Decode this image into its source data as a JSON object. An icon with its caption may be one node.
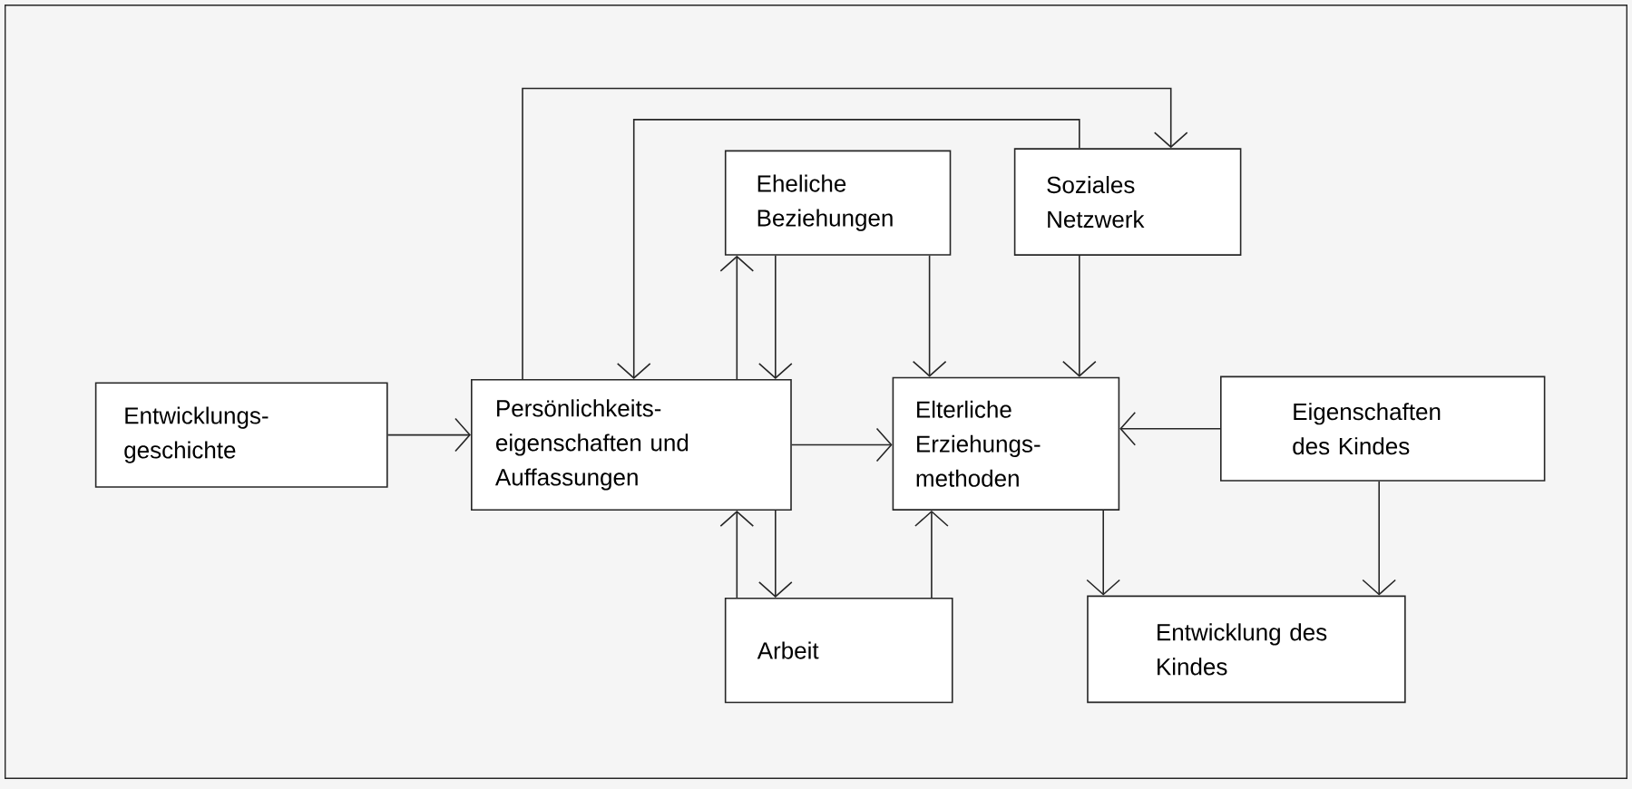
{
  "diagram": {
    "nodes": [
      {
        "text": [
          "Entwicklungs- geschichte"
        ]
      },
      {
        "text": [
          "Persönlichkeits- eigenschaften und Auffassungen"
        ]
      },
      {
        "text": [
          "Eheliche Beziehungen"
        ]
      },
      {
        "text": [
          "Soziales Netzwerk"
        ]
      },
      {
        "text": [
          "Elterliche Erziehungs- methoden"
        ]
      },
      {
        "text": [
          "Eigenschaften des Kindes"
        ]
      },
      {
        "text": [
          "Arbeit"
        ]
      },
      {
        "text": [
          "Entwicklung des Kindes"
        ]
      }
    ],
    "edges": [
      {
        "from": 0,
        "to": 1,
        "arrow": "to"
      },
      {
        "from": 1,
        "to": 4,
        "arrow": "to"
      },
      {
        "from": 5,
        "to": 4,
        "arrow": "to"
      },
      {
        "from": 1,
        "to": 3,
        "arrow": "to"
      },
      {
        "from": 3,
        "to": 1,
        "arrow": "to"
      },
      {
        "from": 1,
        "to": 2,
        "arrow": "to"
      },
      {
        "from": 2,
        "to": 1,
        "arrow": "to"
      },
      {
        "from": 2,
        "to": 4,
        "arrow": "to"
      },
      {
        "from": 3,
        "to": 4,
        "arrow": "to"
      },
      {
        "from": 6,
        "to": 1,
        "arrow": "to"
      },
      {
        "from": 1,
        "to": 6,
        "arrow": "to"
      },
      {
        "from": 6,
        "to": 4,
        "arrow": "to"
      },
      {
        "from": 4,
        "to": 7,
        "arrow": "to"
      },
      {
        "from": 5,
        "to": 7,
        "arrow": "to"
      }
    ]
  }
}
